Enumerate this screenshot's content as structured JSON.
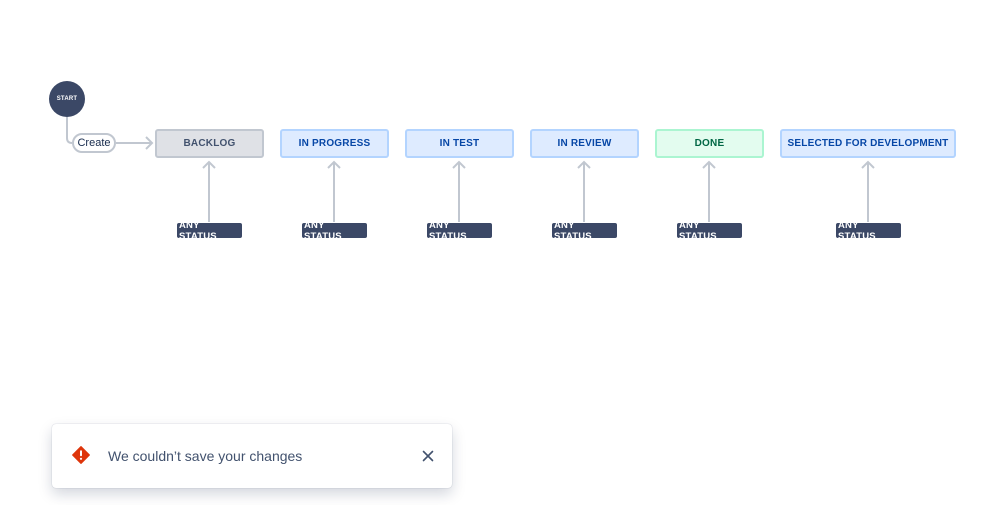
{
  "workflow": {
    "start_label": "START",
    "create_label": "Create",
    "any_status_label": "ANY STATUS",
    "statuses": [
      {
        "name": "BACKLOG",
        "category": "grey"
      },
      {
        "name": "IN PROGRESS",
        "category": "blue"
      },
      {
        "name": "IN TEST",
        "category": "blue"
      },
      {
        "name": "IN REVIEW",
        "category": "blue"
      },
      {
        "name": "DONE",
        "category": "green"
      },
      {
        "name": "SELECTED FOR DEVELOPMENT",
        "category": "blue"
      }
    ]
  },
  "toast": {
    "message": "We couldn’t save your changes",
    "icon": "error-icon",
    "close_icon": "close-icon"
  },
  "colors": {
    "node_dark": "#3b4866",
    "connector": "#c1c7d0",
    "error": "#de350b"
  }
}
